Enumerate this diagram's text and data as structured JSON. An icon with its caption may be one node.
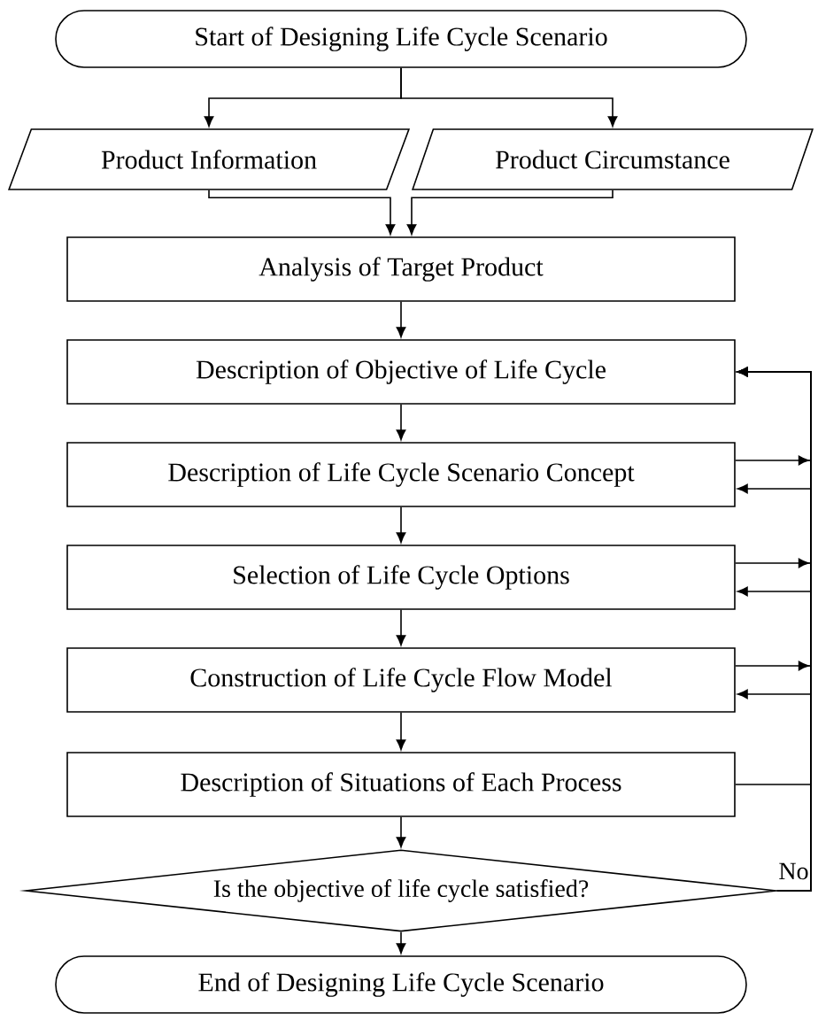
{
  "diagram": {
    "nodes": [
      {
        "text": [
          "Start of Designing Life Cycle Scenario"
        ]
      },
      {
        "text": [
          "Product Information"
        ]
      },
      {
        "text": [
          "Product Circumstance"
        ]
      },
      {
        "text": [
          "Analysis of Target Product"
        ]
      },
      {
        "text": [
          "Description of Objective of Life Cycle"
        ]
      },
      {
        "text": [
          "Description of Life Cycle Scenario Concept"
        ]
      },
      {
        "text": [
          "Selection of Life Cycle Options"
        ]
      },
      {
        "text": [
          "Construction of Life Cycle Flow Model"
        ]
      },
      {
        "text": [
          "Description of Situations of Each Process"
        ]
      },
      {
        "text": [
          "Is the objective of life cycle satisfied?"
        ]
      },
      {
        "text": [
          "End of Designing Life Cycle Scenario"
        ]
      }
    ],
    "edges": [
      {
        "from": 0,
        "to": 1,
        "arrow": "to"
      },
      {
        "from": 0,
        "to": 2,
        "arrow": "to"
      },
      {
        "from": 1,
        "to": 3,
        "arrow": "to"
      },
      {
        "from": 2,
        "to": 3,
        "arrow": "to"
      },
      {
        "from": 3,
        "to": 4,
        "arrow": "to"
      },
      {
        "from": 4,
        "to": 5,
        "arrow": "to"
      },
      {
        "from": 5,
        "to": 6,
        "arrow": "to"
      },
      {
        "from": 6,
        "to": 7,
        "arrow": "to"
      },
      {
        "from": 7,
        "to": 8,
        "arrow": "to"
      },
      {
        "from": 8,
        "to": 9,
        "arrow": "to"
      },
      {
        "from": 9,
        "to": 10,
        "arrow": "to"
      },
      {
        "from": 9,
        "to": 4,
        "arrow": "to",
        "label": "No"
      },
      {
        "from": 9,
        "to": 5,
        "arrow": "to"
      },
      {
        "from": 9,
        "to": 6,
        "arrow": "to"
      },
      {
        "from": 9,
        "to": 7,
        "arrow": "to"
      },
      {
        "from": 5,
        "to": 4,
        "arrow": "to"
      },
      {
        "from": 6,
        "to": 4,
        "arrow": "to"
      },
      {
        "from": 7,
        "to": 4,
        "arrow": "to"
      },
      {
        "from": 8,
        "to": 4,
        "arrow": "to"
      }
    ]
  }
}
